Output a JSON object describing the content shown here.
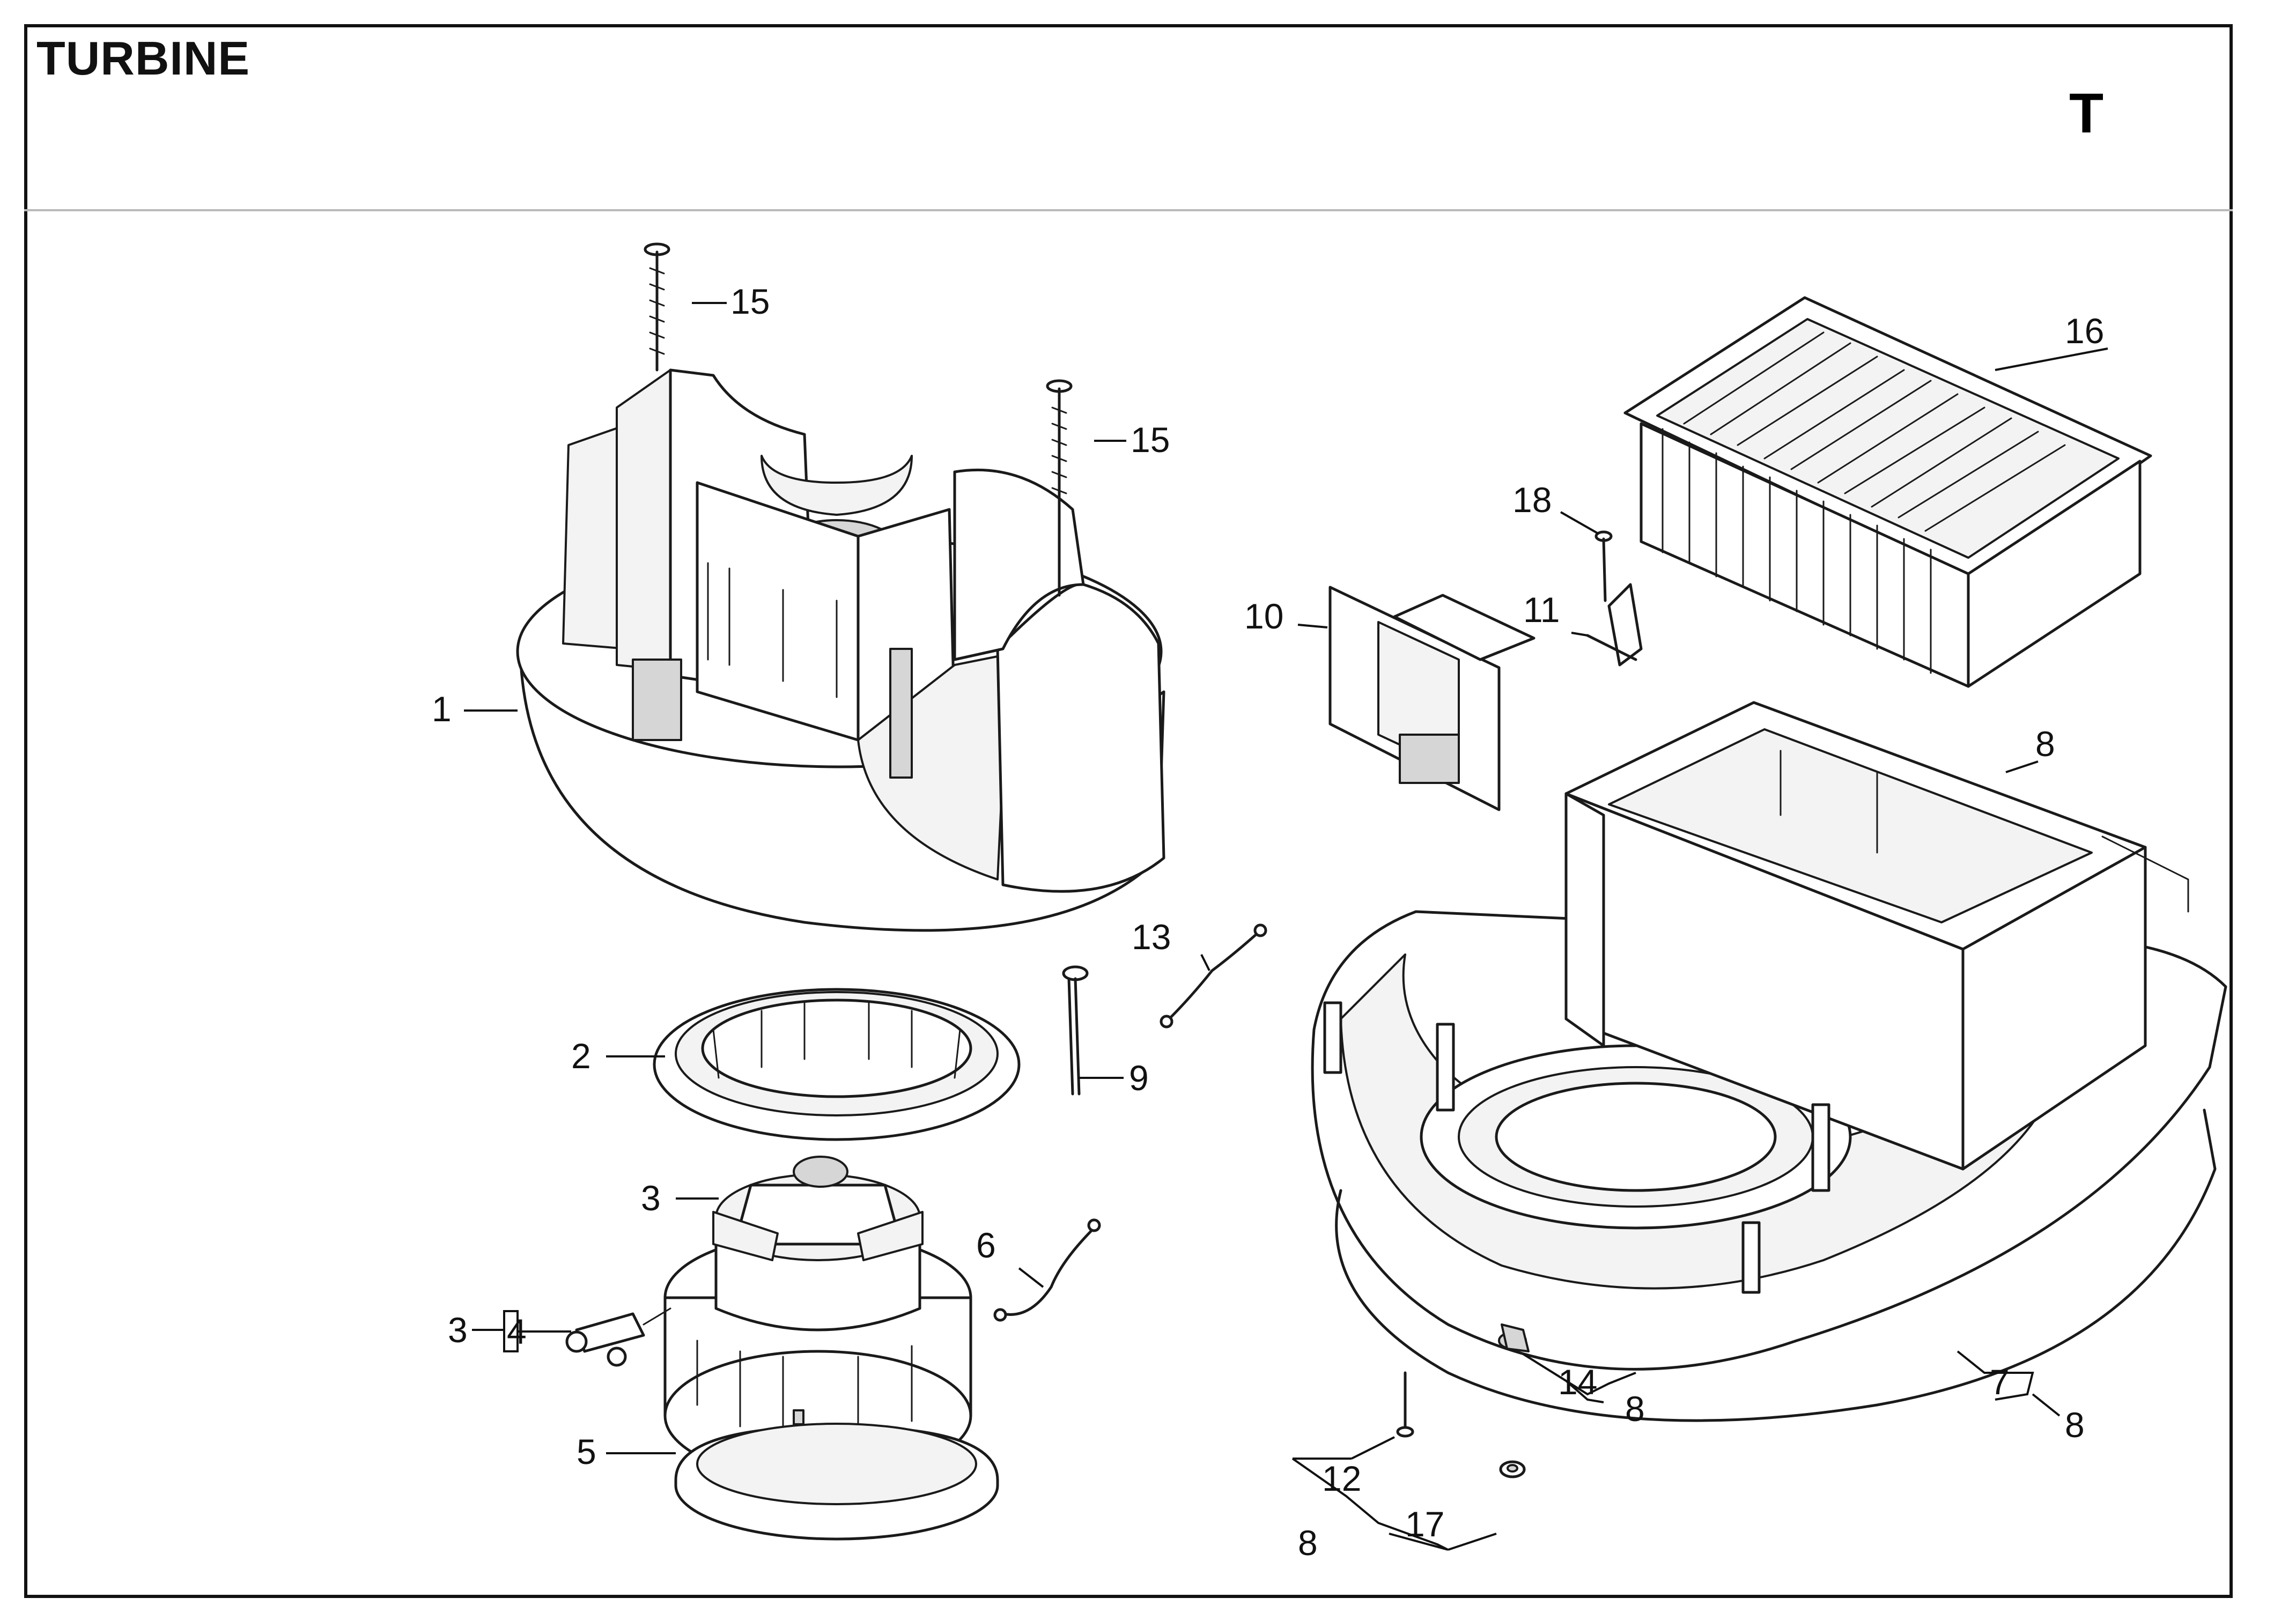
{
  "header": {
    "title": "TURBINE",
    "section_letter": "T"
  },
  "callouts": {
    "c1": "1",
    "c2": "2",
    "c3a": "3",
    "c3b": "3",
    "c4": "4",
    "c5": "5",
    "c6": "6",
    "c7": "7",
    "c8a": "8",
    "c8b": "8",
    "c8c": "8",
    "c8d": "8",
    "c9": "9",
    "c10": "10",
    "c11": "11",
    "c12": "12",
    "c13": "13",
    "c14": "14",
    "c15a": "15",
    "c15b": "15",
    "c16": "16",
    "c17": "17",
    "c18": "18"
  }
}
